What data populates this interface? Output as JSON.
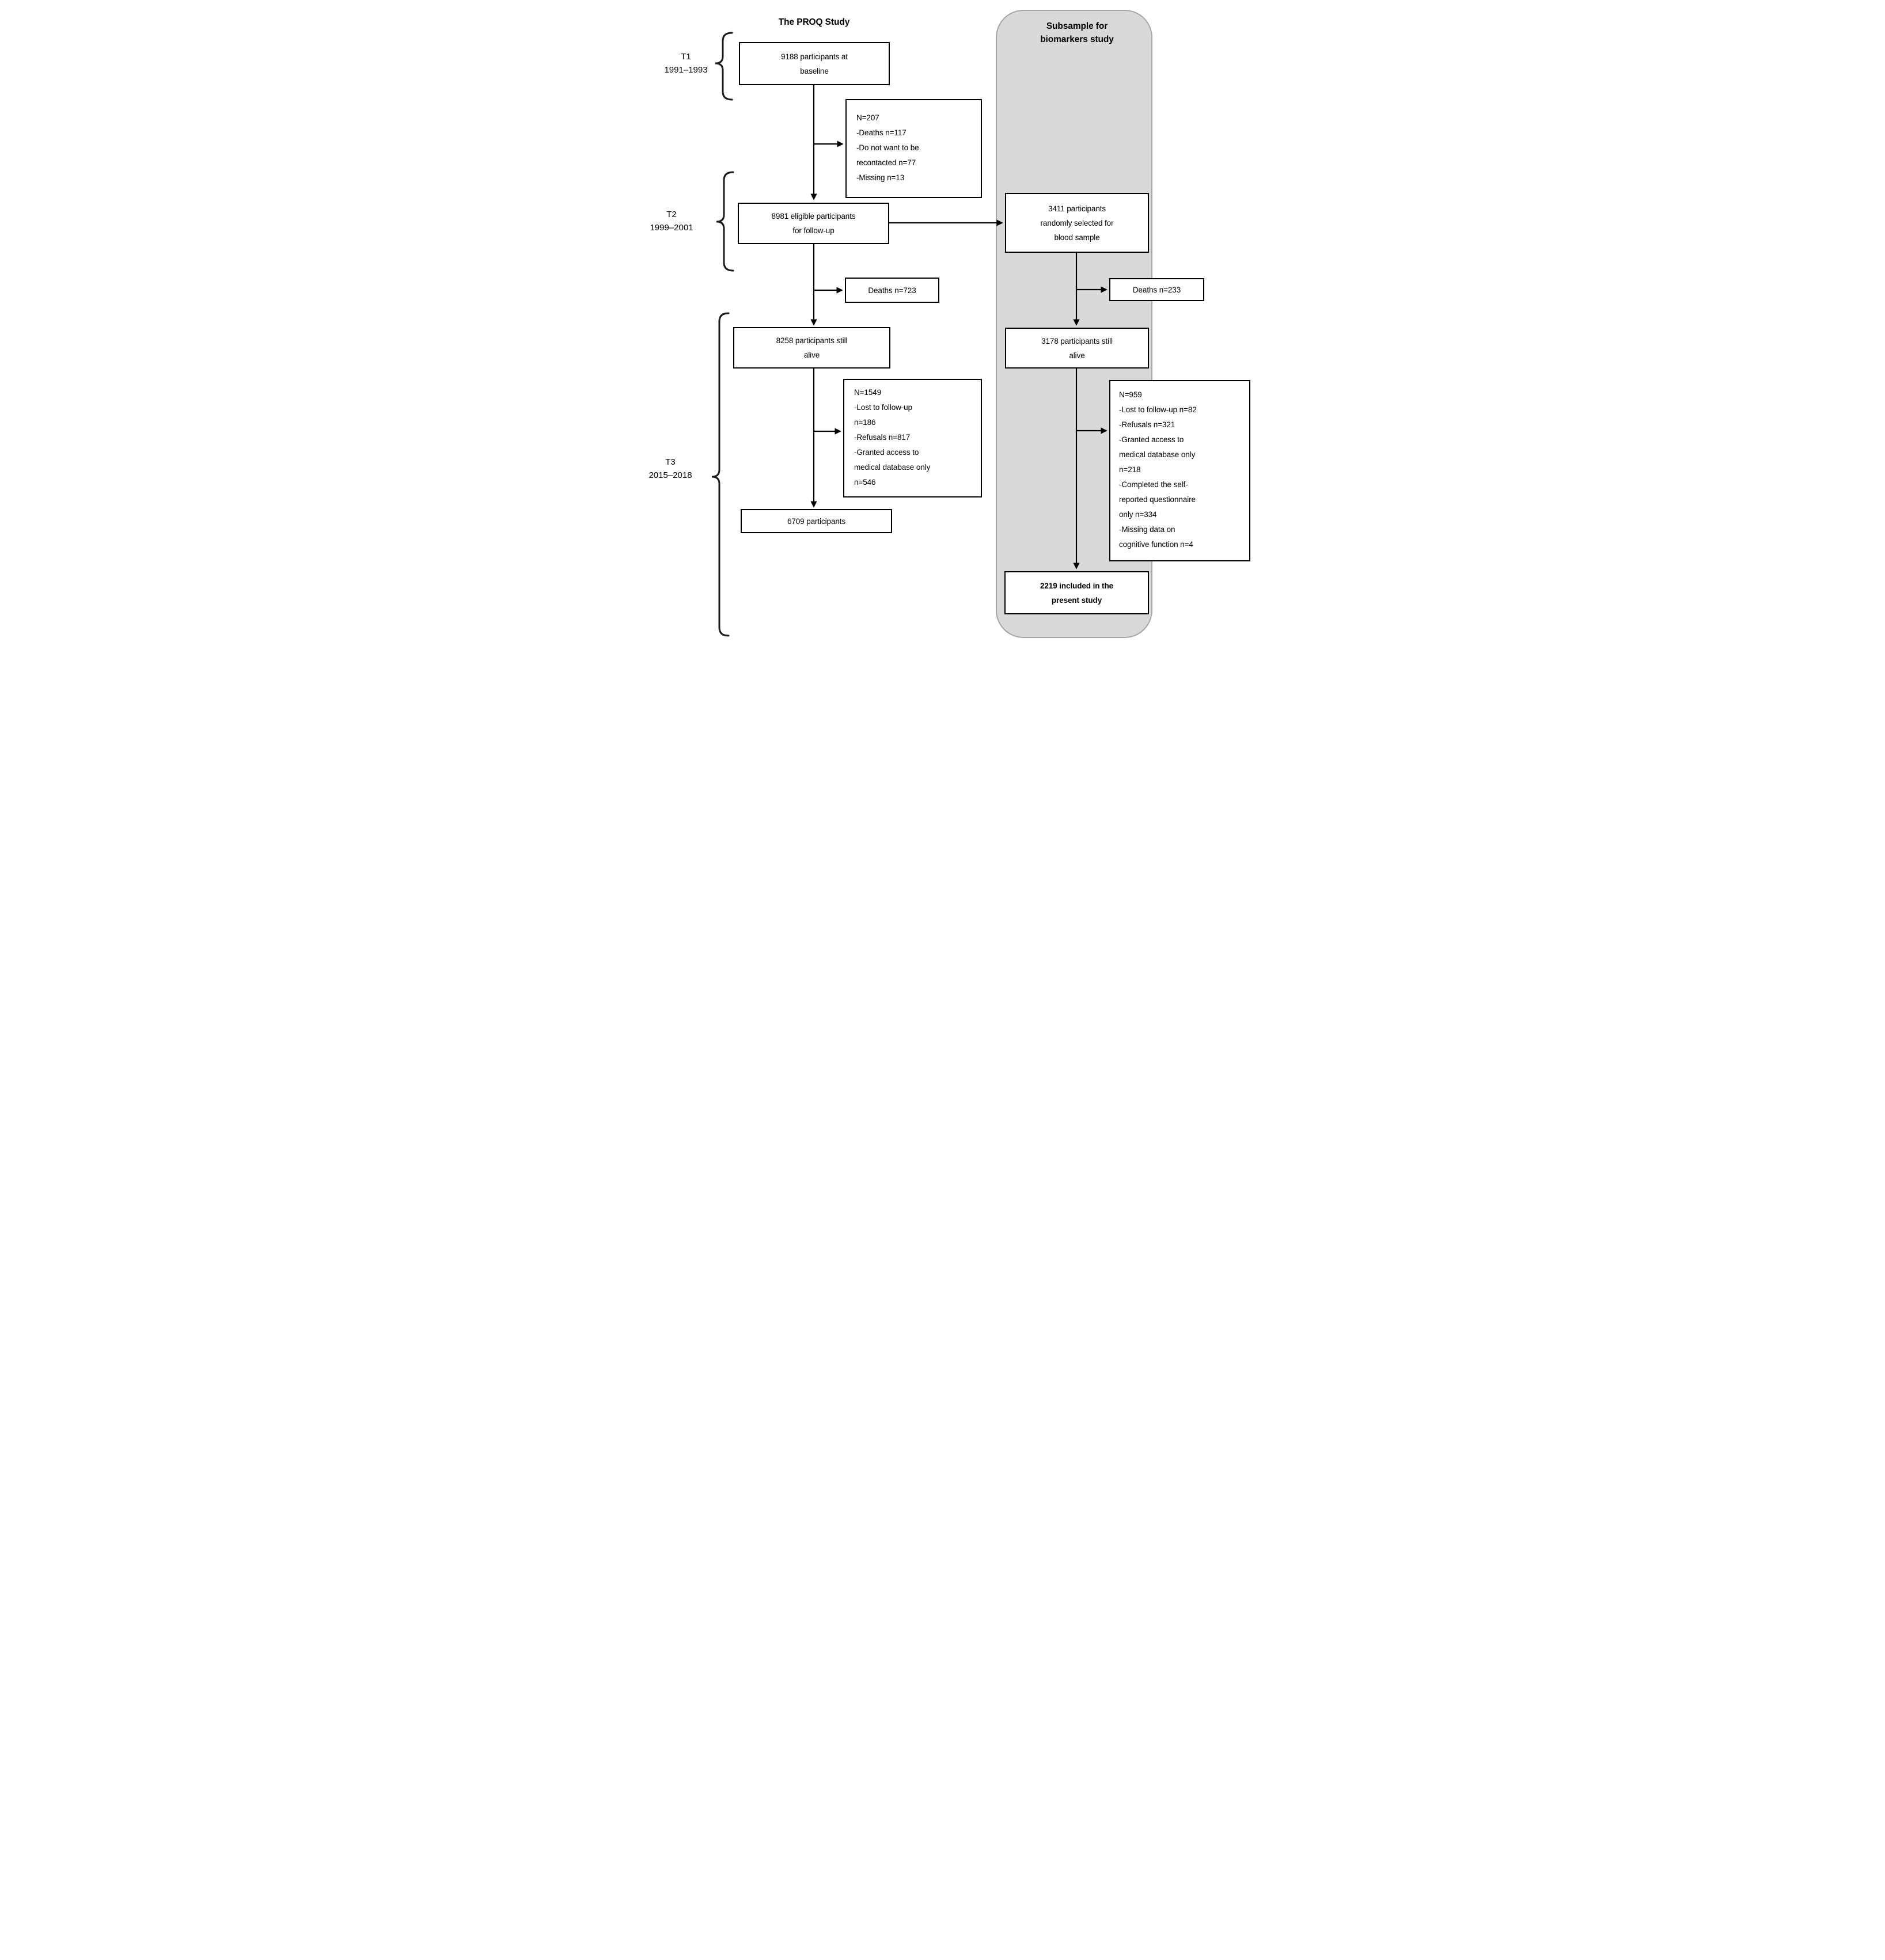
{
  "diagram": {
    "left_column_title": "The PROQ Study",
    "right_column_title_lines": [
      "Subsample for",
      "biomarkers study"
    ],
    "time_periods": [
      {
        "label": "T1",
        "years": "1991–1993"
      },
      {
        "label": "T2",
        "years": "1999–2001"
      },
      {
        "label": "T3",
        "years": "2015–2018"
      }
    ],
    "boxes": {
      "baseline": {
        "lines": [
          "9188 participants at",
          "baseline"
        ]
      },
      "exclusions_t1": {
        "lines": [
          "N=207",
          "-Deaths n=117",
          "-Do not want to be",
          "recontacted n=77",
          "-Missing n=13"
        ]
      },
      "eligible": {
        "lines": [
          "8981 eligible participants",
          "for follow-up"
        ]
      },
      "deaths_t2": {
        "lines": [
          "Deaths n=723"
        ]
      },
      "alive_proq": {
        "lines": [
          "8258 participants still",
          "alive"
        ]
      },
      "exclusions_t3": {
        "lines": [
          "N=1549",
          "-Lost to follow-up",
          "n=186",
          "-Refusals n=817",
          "-Granted access to",
          "medical database only",
          "n=546"
        ]
      },
      "final_proq": {
        "lines": [
          "6709 participants"
        ]
      },
      "blood_sample": {
        "lines": [
          "3411 participants",
          "randomly selected for",
          "blood sample"
        ]
      },
      "deaths_sub": {
        "lines": [
          "Deaths n=233"
        ]
      },
      "alive_sub": {
        "lines": [
          "3178 participants still",
          "alive"
        ]
      },
      "exclusions_sub": {
        "lines": [
          "N=959",
          "-Lost to follow-up n=82",
          "-Refusals n=321",
          "-Granted access to",
          "medical database only",
          "n=218",
          "-Completed the self-",
          "reported questionnaire",
          "only n=334",
          "-Missing data on",
          "cognitive function n=4"
        ]
      },
      "included": {
        "lines": [
          "2219 included in the",
          "present study"
        ]
      }
    },
    "colors": {
      "background": "#ffffff",
      "panel_fill": "#d9d9d9",
      "panel_border": "#a6a6a6",
      "box_border": "#000000",
      "line": "#000000",
      "text": "#000000"
    }
  }
}
